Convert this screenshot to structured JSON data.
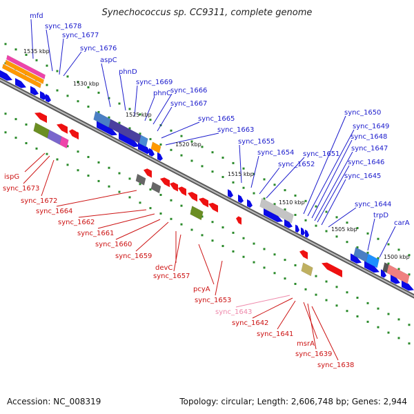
{
  "title": "Synechococcus sp. CC9311, complete genome",
  "footer": {
    "accession": "Accession: NC_008319",
    "summary": "Topology: circular; Length: 2,606,748 bp; Genes: 2,944"
  },
  "colors": {
    "forward_label": "#1a1acc",
    "reverse_label": "#cc1111",
    "faded_label": "#ee88aa",
    "backbone": "#7a7a7a",
    "tick": "#2a8a2a"
  },
  "kbp_marks": [
    "1535 kbp",
    "1530 kbp",
    "1525 kbp",
    "1520 kbp",
    "1515 kbp",
    "1510 kbp",
    "1505 kbp",
    "1500 kbp"
  ],
  "forward_genes": [
    "mfd",
    "sync_1678",
    "sync_1677",
    "sync_1676",
    "aspC",
    "phnD",
    "sync_1669",
    "phnC",
    "sync_1666",
    "sync_1667",
    "sync_1665",
    "sync_1663",
    "sync_1655",
    "sync_1654",
    "sync_1652",
    "sync_1651",
    "sync_1650",
    "sync_1649",
    "sync_1648",
    "sync_1647",
    "sync_1646",
    "sync_1645",
    "sync_1644",
    "trpD",
    "carA"
  ],
  "reverse_genes": [
    "ispG",
    "sync_1673",
    "sync_1672",
    "sync_1664",
    "sync_1662",
    "sync_1661",
    "sync_1660",
    "sync_1659",
    "devC",
    "sync_1657",
    "pcyA",
    "sync_1653",
    "sync_1643",
    "sync_1642",
    "sync_1641",
    "msrA",
    "sync_1639",
    "sync_1638"
  ]
}
